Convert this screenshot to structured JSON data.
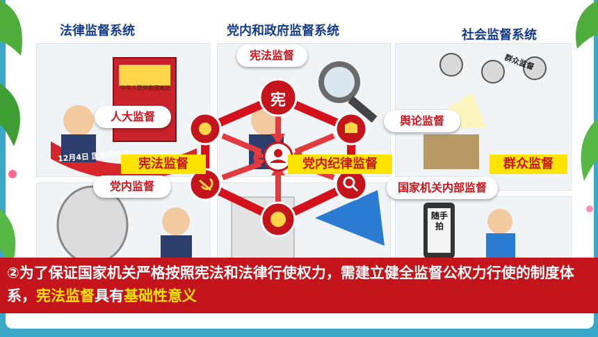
{
  "titles": {
    "legal": "法律监督系统",
    "party_gov": "党内和政府监督系统",
    "social": "社会监督系统"
  },
  "pills": {
    "constitution_top": "宪法监督",
    "npc": "人大监督",
    "public_opinion": "舆论监督",
    "intra_party": "党内监督",
    "state_internal": "国家机关内部监督"
  },
  "yellow_labels": {
    "constitution": "宪法监督",
    "discipline": "党内纪律监督",
    "masses": "群众监督"
  },
  "hub": {
    "center_glyph": "宪"
  },
  "illustrations": {
    "book_title": "中华人民共和国宪法",
    "ribbon_text": "12月4日 国家宪法日",
    "sign_text": "群众监督",
    "phone_text": "随手拍"
  },
  "bottom": {
    "p1": "②为了保证国家机关严格按照宪法和法律行使权力，需建立健全监督公权力行使的制度体系，",
    "h1": "宪法监督",
    "p2": "具有",
    "h2": "基础性意义"
  },
  "colors": {
    "accent_red": "#c4151c",
    "title_blue": "#143b8c",
    "highlight_yellow": "#ffe300",
    "frame_teal": "#3aa9c9"
  }
}
